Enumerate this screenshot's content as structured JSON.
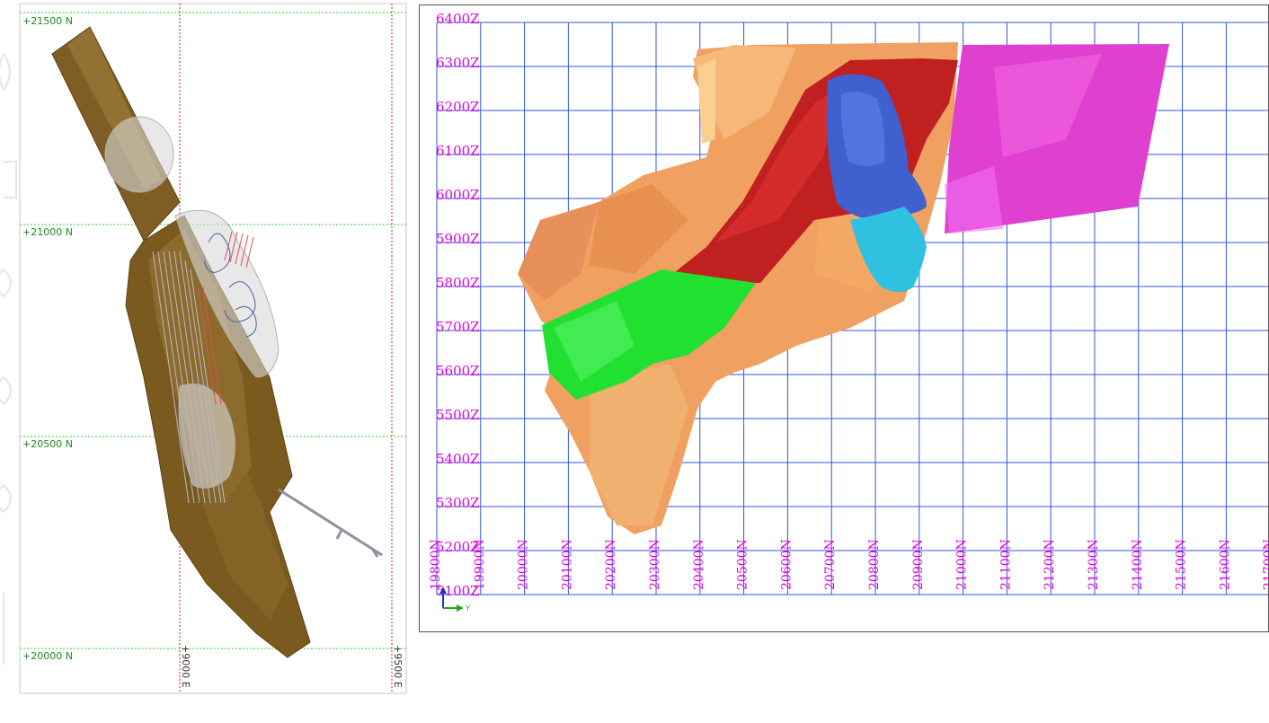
{
  "plan_view": {
    "northing_labels": [
      "+21500 N",
      "+21000 N",
      "+20500 N",
      "+20000 N"
    ],
    "easting_labels": [
      "+9000 E",
      "+9500 E"
    ],
    "colors": {
      "grid_north": "#33cc33",
      "grid_east": "#cc2222",
      "orebody": "#7a5a1e",
      "development": "#9090a0"
    }
  },
  "section_view": {
    "elevation_labels": [
      "6400Z",
      "6300Z",
      "6200Z",
      "6100Z",
      "6000Z",
      "5900Z",
      "5800Z",
      "5700Z",
      "5600Z",
      "5500Z",
      "5400Z",
      "5300Z",
      "5200Z",
      "5100Z"
    ],
    "northing_labels": [
      "19800N",
      "19900N",
      "20000N",
      "20100N",
      "20200N",
      "20300N",
      "20400N",
      "20500N",
      "20600N",
      "20700N",
      "20800N",
      "20900N",
      "21000N",
      "21100N",
      "21200N",
      "21300N",
      "21400N",
      "21500N",
      "21600N",
      "21700N"
    ],
    "axis_triad_label": "Y",
    "colors": {
      "grid": "#3355dd",
      "labels": "#e000e0",
      "orange_solid": "#f0a060",
      "red_zone": "#c02020",
      "blue_zone": "#4060d0",
      "cyan_zone": "#30c0e0",
      "green_zone": "#20e030",
      "magenta_zone": "#e040d0"
    }
  }
}
